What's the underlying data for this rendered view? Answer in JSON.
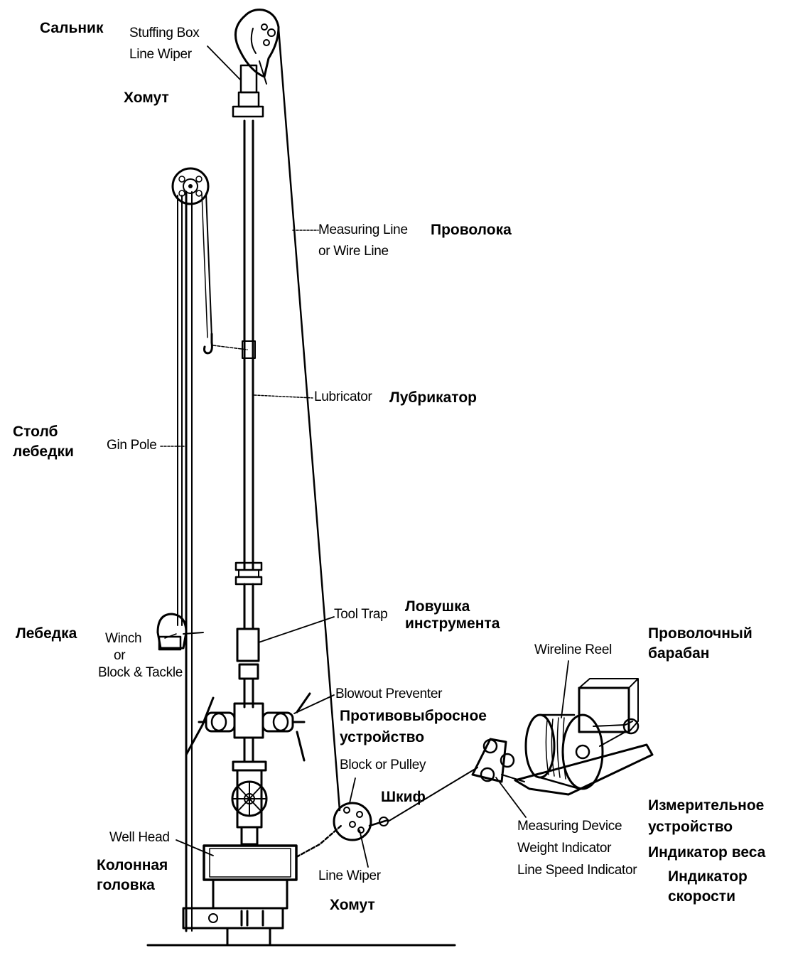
{
  "labels": {
    "salnik": "Сальник",
    "stuffing_box_1": "Stuffing Box",
    "stuffing_box_2": "Line Wiper",
    "khomut_top": "Хомут",
    "measuring_line_1": "Measuring Line",
    "measuring_line_2": "or Wire Line",
    "provoloka": "Проволока",
    "lubricator": "Lubricator",
    "lubrikator": "Лубрикатор",
    "stolb_1": "Столб",
    "stolb_2": "лебедки",
    "gin_pole": "Gin Pole",
    "tool_trap": "Tool Trap",
    "lovushka_1": "Ловушка",
    "lovushka_2": "инструмента",
    "lebedka": "Лебедка",
    "winch_1": "Winch",
    "winch_2": "or",
    "winch_3": "Block & Tackle",
    "wireline_reel": "Wireline Reel",
    "provolochny_1": "Проволочный",
    "provolochny_2": "барабан",
    "blowout_preventer": "Blowout Preventer",
    "protivo_1": "Противовыбросное",
    "protivo_2": "устройство",
    "block_pulley": "Block or Pulley",
    "shkif": "Шкиф",
    "izmer_1": "Измерительное",
    "izmer_2": "устройство",
    "measuring_device": "Measuring Device",
    "weight_indicator": "Weight Indicator",
    "line_speed_indicator": "Line Speed Indicator",
    "indikator_vesa": "Индикатор веса",
    "indikator_skor_1": "Индикатор",
    "indikator_skor_2": "скорости",
    "well_head": "Well Head",
    "kolonnaya_1": "Колонная",
    "kolonnaya_2": "головка",
    "line_wiper": "Line Wiper",
    "khomut_bottom": "Хомут"
  }
}
